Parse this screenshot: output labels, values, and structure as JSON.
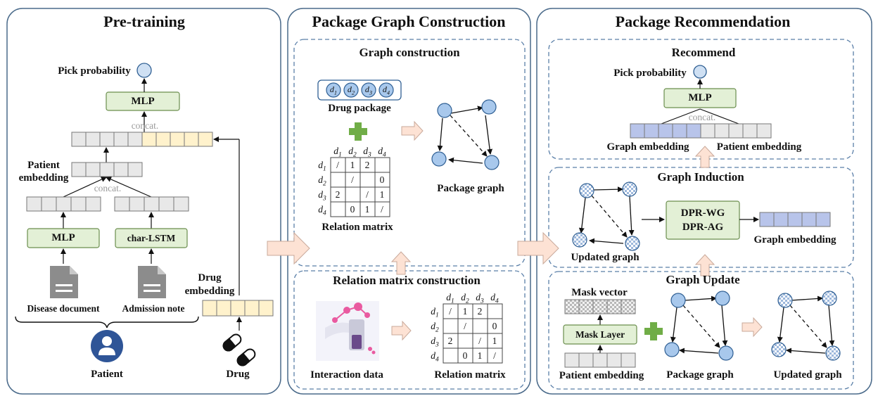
{
  "panels": {
    "pretraining": {
      "title": "Pre-training",
      "pick_probability": "Pick probability",
      "mlp_top": "MLP",
      "concat_top": "concat.",
      "patient_embedding": "Patient\nembedding",
      "concat_mid": "concat.",
      "mlp_left": "MLP",
      "char_lstm": "char-LSTM",
      "disease_document": "Disease document",
      "admission_note": "Admission note",
      "drug_embedding": "Drug\nembedding",
      "patient": "Patient",
      "drug": "Drug"
    },
    "construction": {
      "title": "Package Graph Construction",
      "graph_construction": "Graph construction",
      "drug_package": "Drug package",
      "drugs": [
        "d1",
        "d2",
        "d3",
        "d4"
      ],
      "relation_matrix": "Relation matrix",
      "package_graph": "Package graph",
      "relation_matrix_construction": "Relation matrix construction",
      "interaction_data": "Interaction data",
      "relation_matrix_2": "Relation matrix",
      "matrix": [
        [
          "/",
          "1",
          "2",
          ""
        ],
        [
          "",
          "/",
          "",
          "0"
        ],
        [
          "2",
          "",
          "/",
          "1"
        ],
        [
          "",
          "0",
          "1",
          "/"
        ]
      ]
    },
    "recommendation": {
      "title": "Package Recommendation",
      "recommend": "Recommend",
      "pick_probability": "Pick probability",
      "mlp": "MLP",
      "concat": "concat.",
      "graph_embedding": "Graph embedding",
      "patient_embedding": "Patient embedding",
      "graph_induction": "Graph Induction",
      "dpr_wg": "DPR-WG",
      "dpr_ag": "DPR-AG",
      "updated_graph": "Updated graph",
      "graph_embedding_2": "Graph embedding",
      "graph_update": "Graph Update",
      "mask_vector": "Mask vector",
      "mask_layer": "Mask Layer",
      "patient_embedding_2": "Patient embedding",
      "package_graph": "Package graph",
      "updated_graph_2": "Updated graph"
    }
  },
  "colors": {
    "panel_border": "#4a6a8a",
    "dashed_border": "#5a7fa8",
    "mlp_fill": "#e3f0d6",
    "mlp_stroke": "#6b8e4e",
    "node_fill": "#a8c8ec",
    "node_stroke": "#2f5f93",
    "yellow_cell": "#fff2cc",
    "gray_cell": "#e8e8e8",
    "blue_cell": "#b8c4ea",
    "arrow_fill": "#fde2d4",
    "plus": "#70ad47",
    "icon_gray": "#8c8c8c",
    "person_blue": "#2f5597"
  }
}
